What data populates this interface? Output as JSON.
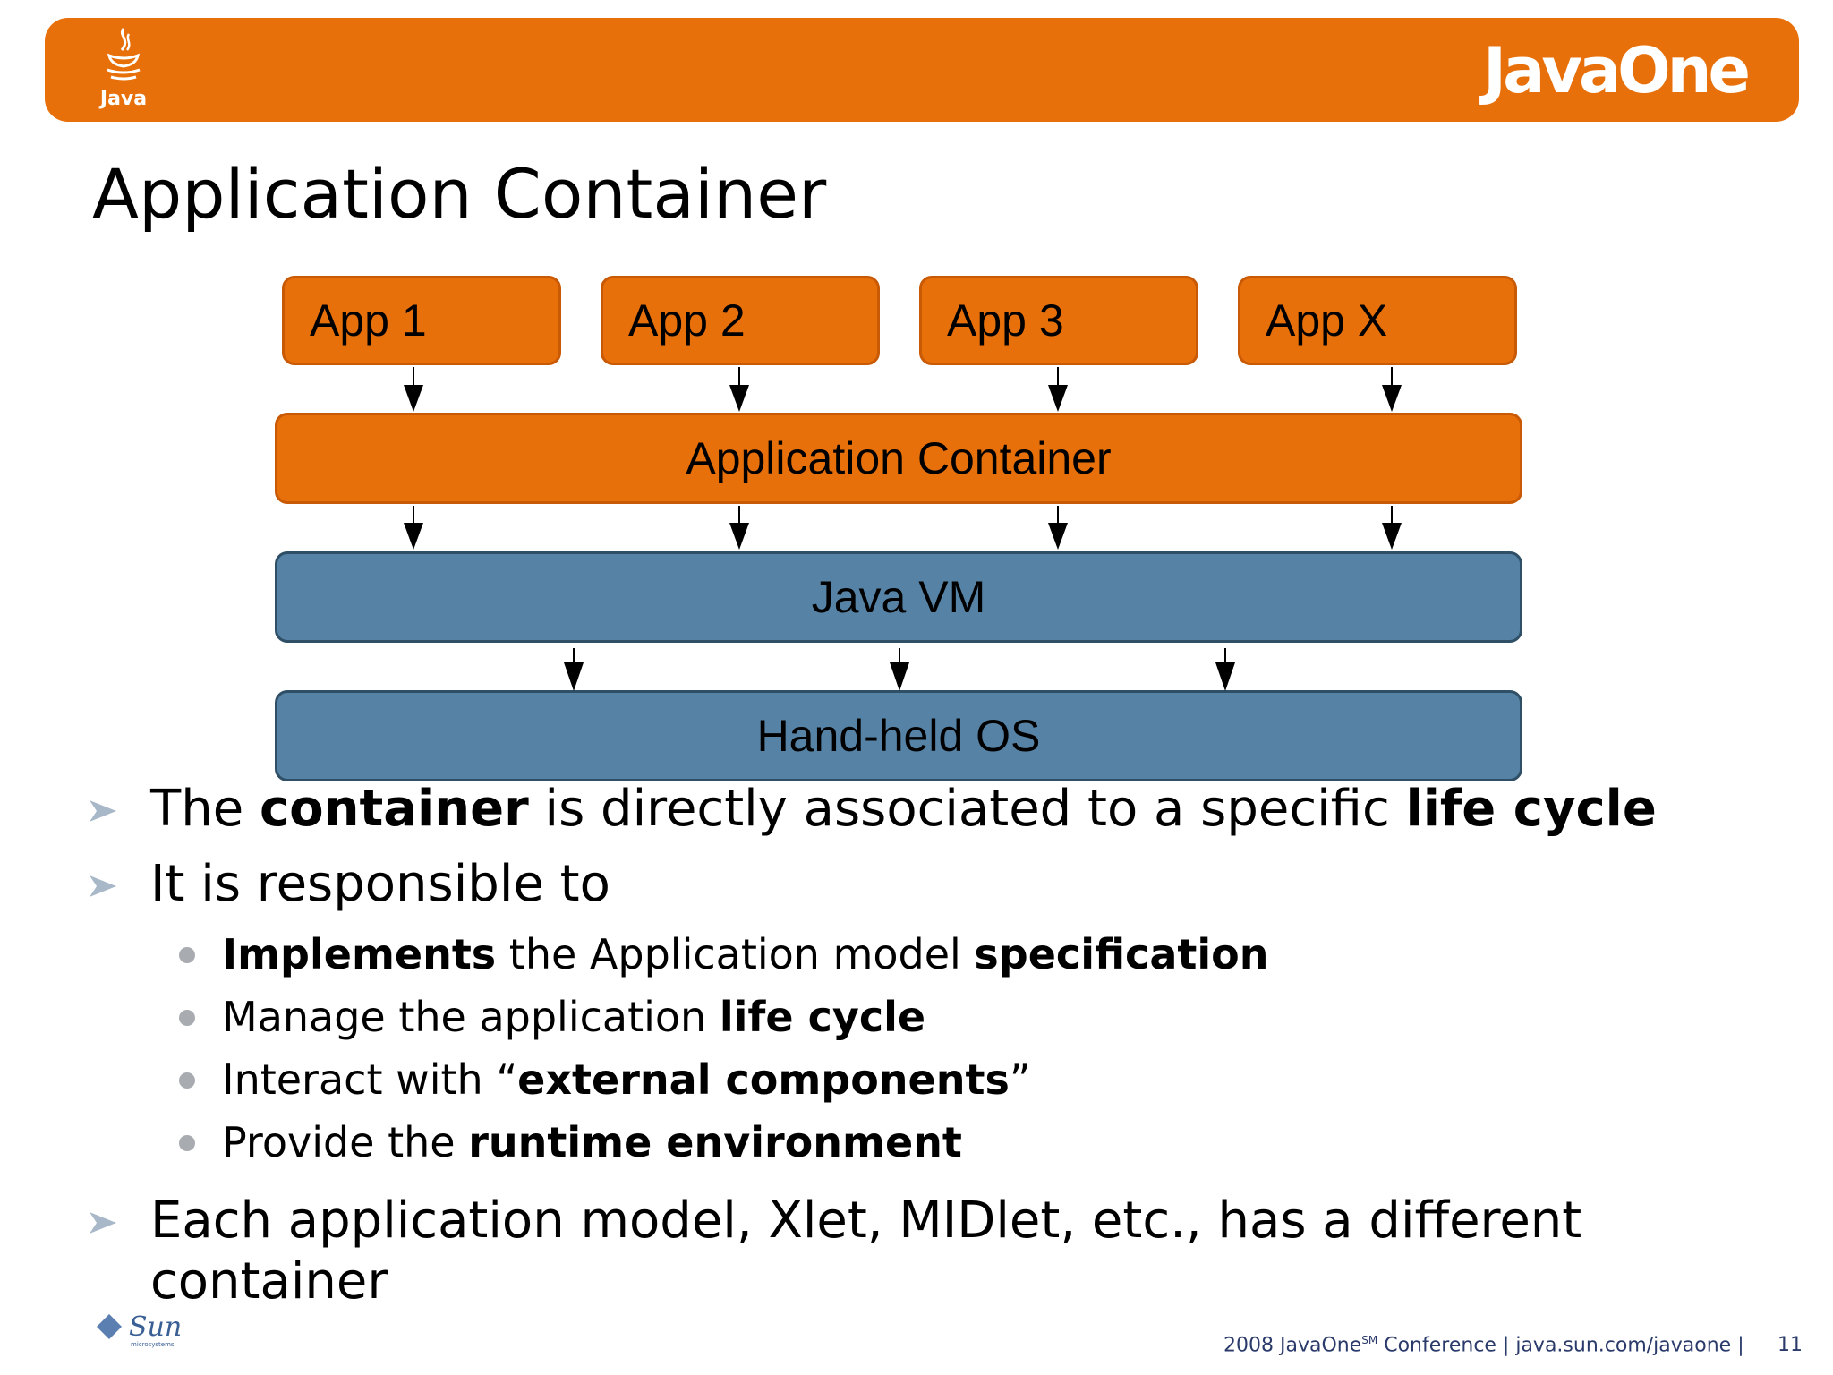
{
  "header": {
    "java_logo_text": "Java",
    "brand": "JavaOne",
    "accent_color": "#e8700a"
  },
  "title": "Application Container",
  "diagram": {
    "apps": [
      "App 1",
      "App 2",
      "App 3",
      "App X"
    ],
    "container": "Application Container",
    "vm": "Java VM",
    "os": "Hand-held OS",
    "colors": {
      "orange": "#e8700a",
      "blue": "#5683a5"
    }
  },
  "bullets": {
    "b1": {
      "pre": "The ",
      "bold1": "container",
      "mid": " is directly associated to a specific ",
      "bold2": "life cycle"
    },
    "b2": {
      "text": "It is responsible to"
    },
    "sub": [
      {
        "bold": "Implements",
        "text": " the Application model ",
        "bold2": "specification"
      },
      {
        "text": "Manage the application ",
        "bold": "life cycle"
      },
      {
        "text": "Interact with “",
        "bold": "external components",
        "post": "”"
      },
      {
        "text": "Provide the ",
        "bold": "runtime environment"
      }
    ],
    "b3": {
      "line1": "Each application model, Xlet, MIDlet, etc., has a different",
      "line2": "container"
    }
  },
  "footer": {
    "year_prefix": "2008 JavaOne",
    "sm": "SM",
    "conference": " Conference |  java.sun.com/javaone  |",
    "slide_number": "11",
    "sun_logo_text": "Sun",
    "sun_sub": "microsystems"
  }
}
